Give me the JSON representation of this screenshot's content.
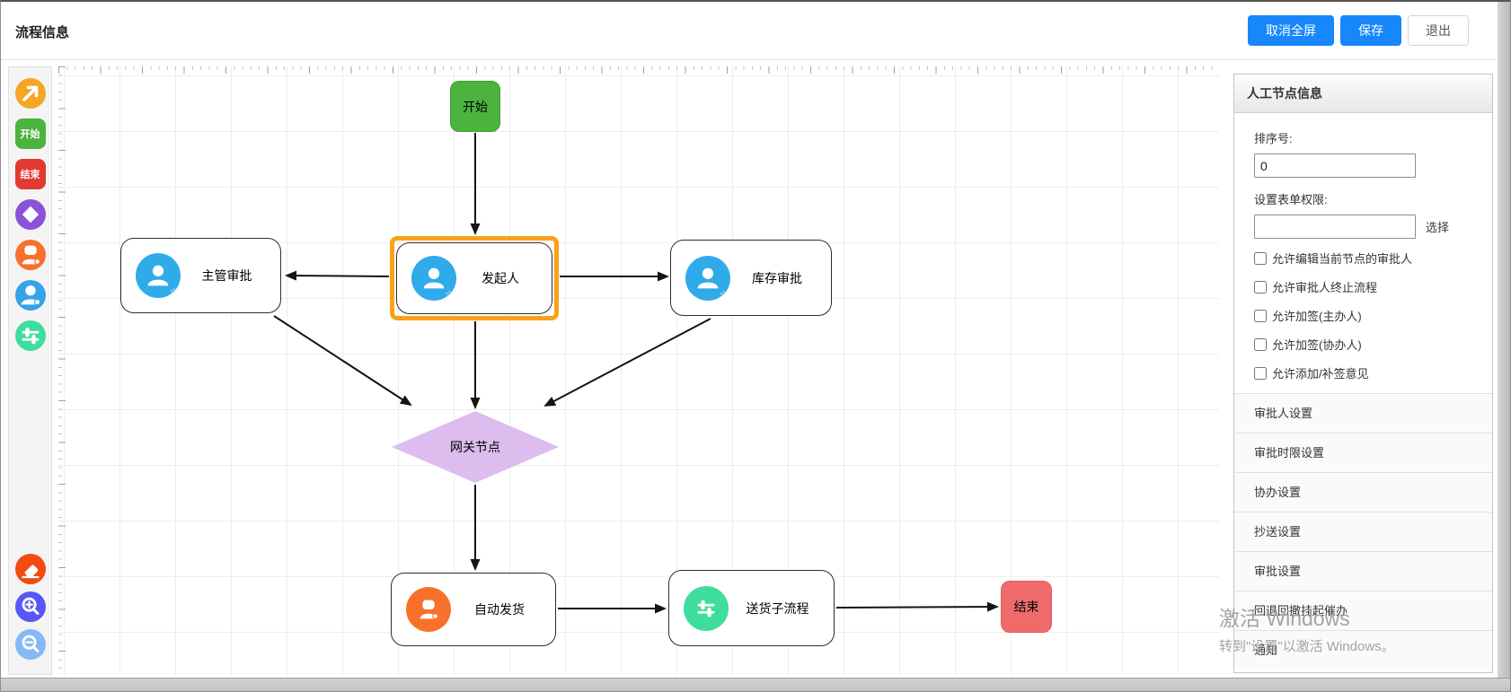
{
  "header": {
    "title": "流程信息",
    "cancel_fullscreen": "取消全屏",
    "save": "保存",
    "exit": "退出"
  },
  "toolbar": {
    "items": [
      {
        "icon": "connect-arrow-icon",
        "label": ""
      },
      {
        "icon": "start-node-icon",
        "label": "开始"
      },
      {
        "icon": "end-node-icon",
        "label": "结束"
      },
      {
        "icon": "gateway-node-icon",
        "label": ""
      },
      {
        "icon": "auto-task-node-icon",
        "label": ""
      },
      {
        "icon": "user-task-node-icon",
        "label": ""
      },
      {
        "icon": "subprocess-node-icon",
        "label": ""
      },
      {
        "icon": "clear-canvas-icon",
        "label": ""
      },
      {
        "icon": "zoom-in-icon",
        "label": ""
      },
      {
        "icon": "zoom-out-icon",
        "label": ""
      }
    ]
  },
  "canvas": {
    "nodes": {
      "start": {
        "label": "开始"
      },
      "initiator": {
        "label": "发起人",
        "selected": true
      },
      "manager_approval": {
        "label": "主管审批"
      },
      "inventory_approval": {
        "label": "库存审批"
      },
      "gateway": {
        "label": "网关节点"
      },
      "auto_ship": {
        "label": "自动发货"
      },
      "delivery_subprocess": {
        "label": "送货子流程"
      },
      "end": {
        "label": "结束"
      }
    },
    "edges": [
      "开始→发起人",
      "发起人→主管审批",
      "发起人→库存审批",
      "发起人→网关节点",
      "主管审批→网关节点",
      "库存审批→网关节点",
      "网关节点→自动发货",
      "自动发货→送货子流程",
      "送货子流程→结束"
    ]
  },
  "panel": {
    "title": "人工节点信息",
    "sort_label": "排序号:",
    "sort_value": "0",
    "form_perm_label": "设置表单权限:",
    "form_perm_value": "",
    "select_link": "选择",
    "checkboxes": [
      {
        "label": "允许编辑当前节点的审批人",
        "checked": false
      },
      {
        "label": "允许审批人终止流程",
        "checked": false
      },
      {
        "label": "允许加签(主办人)",
        "checked": false
      },
      {
        "label": "允许加签(协办人)",
        "checked": false
      },
      {
        "label": "允许添加/补签意见",
        "checked": false
      }
    ],
    "sections": [
      {
        "label": "审批人设置"
      },
      {
        "label": "审批时限设置"
      },
      {
        "label": "协办设置"
      },
      {
        "label": "抄送设置"
      },
      {
        "label": "审批设置"
      },
      {
        "label": "回退回撤挂起催办"
      },
      {
        "label": "通知"
      }
    ]
  },
  "watermark": {
    "line1": "激活 Windows",
    "line2": "转到\"设置\"以激活 Windows。"
  },
  "colors": {
    "primary_blue": "#1787fb",
    "selection_orange": "#f9a11b",
    "start_green": "#4cb43e",
    "end_red": "#ef6b6b",
    "gateway_purple": "#dcbdee",
    "user_task_blue": "#2fabea",
    "auto_task_orange": "#f8712a",
    "subprocess_green": "#3fdd9d"
  }
}
